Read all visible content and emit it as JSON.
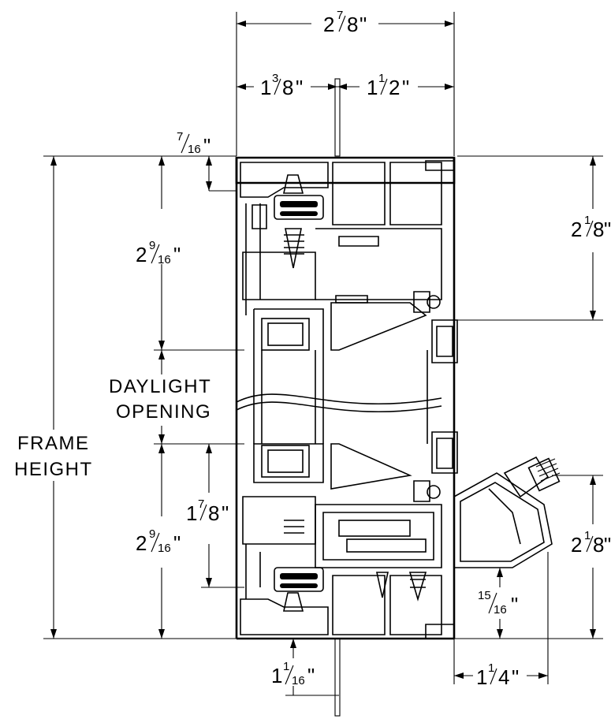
{
  "dimensions": {
    "overall_width": {
      "whole": "2",
      "num": "7",
      "den": "8"
    },
    "left_depth": {
      "whole": "1",
      "num": "3",
      "den": "8"
    },
    "right_depth": {
      "whole": "1",
      "num": "1",
      "den": "2"
    },
    "top_sightline": {
      "whole": "",
      "num": "7",
      "den": "16"
    },
    "upper_frame": {
      "whole": "2",
      "num": "9",
      "den": "16"
    },
    "upper_right": {
      "whole": "2",
      "num": "1",
      "den": "8"
    },
    "lower_frame": {
      "whole": "2",
      "num": "9",
      "den": "16"
    },
    "lower_inner": {
      "whole": "1",
      "num": "7",
      "den": "8"
    },
    "lower_right": {
      "whole": "2",
      "num": "1",
      "den": "8"
    },
    "hardware_offset": {
      "whole": "",
      "num": "15",
      "den": "16"
    },
    "bottom_projection": {
      "whole": "1",
      "num": "1",
      "den": "16"
    },
    "hardware_projection": {
      "whole": "1",
      "num": "1",
      "den": "4"
    }
  },
  "labels": {
    "daylight_line1": "DAYLIGHT",
    "daylight_line2": "OPENING",
    "frame_line1": "FRAME",
    "frame_line2": "HEIGHT"
  }
}
